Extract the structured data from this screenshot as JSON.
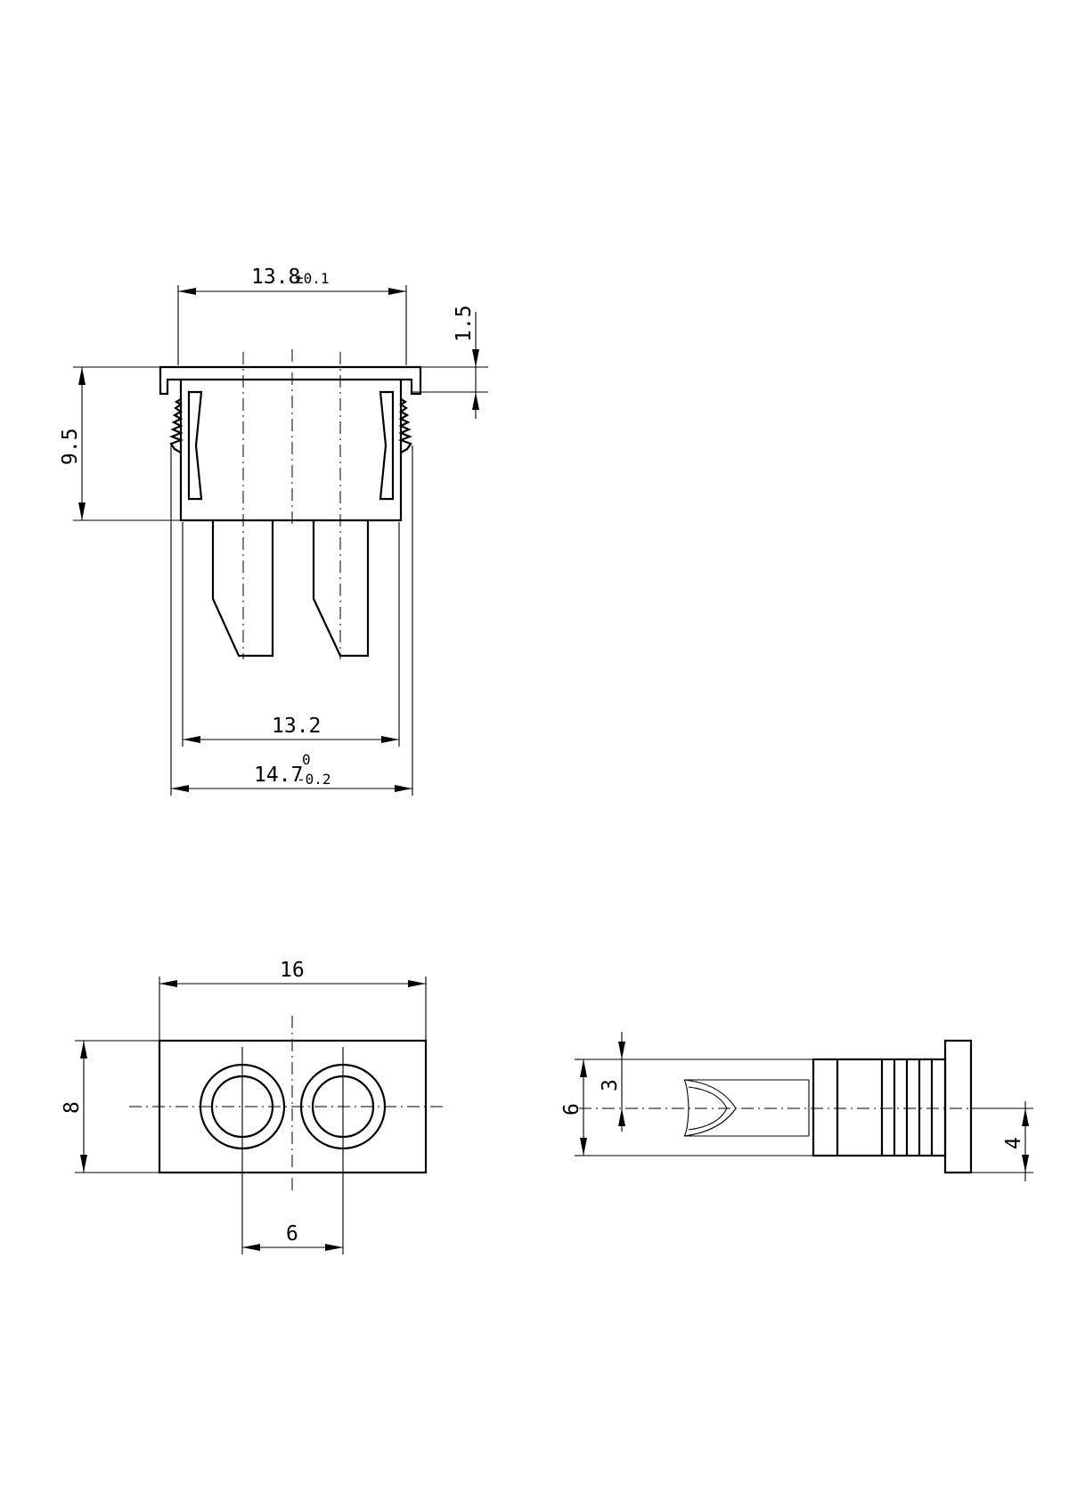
{
  "front_view": {
    "dim_top_width": "13.8",
    "dim_top_tol": "±0.1",
    "dim_flange": "1.5",
    "dim_height": "9.5",
    "dim_inner": "13.2",
    "dim_body": "14.7",
    "dim_body_tol_upper": "0",
    "dim_body_tol_lower": "-0.2"
  },
  "plan_view": {
    "dim_length": "16",
    "dim_height": "8",
    "dim_pitch": "6"
  },
  "side_view": {
    "dim_total": "6",
    "dim_half": "3",
    "dim_body": "4"
  }
}
